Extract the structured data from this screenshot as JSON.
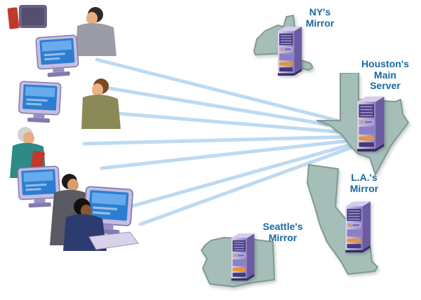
{
  "diagram": {
    "type": "server-mirror-network",
    "nodes": {
      "ny": {
        "label": "NY's\nMirror",
        "state": "New York",
        "role": "mirror-server"
      },
      "houston": {
        "label": "Houston's\nMain\nServer",
        "state": "Texas",
        "role": "main-server"
      },
      "la": {
        "label": "L.A.'s\nMirror",
        "state": "California",
        "role": "mirror-server"
      },
      "seattle": {
        "label": "Seattle's\nMirror",
        "state": "Washington",
        "role": "mirror-server"
      }
    },
    "users_cluster": {
      "people": 5,
      "computers": 6,
      "description": "group of users at desktop computers"
    },
    "edges": [
      {
        "from": "users-cluster",
        "to": "houston",
        "line_count": 7
      }
    ],
    "icons": {
      "server": "server-tower-icon",
      "computer": "desktop-monitor-icon",
      "person": "person-icon"
    },
    "colors": {
      "label_text": "#17699e",
      "state_fill": "#a5beb7",
      "state_stroke": "#7e9a94",
      "connection_line": "#b6d7f0",
      "server_body": "#8d80c2",
      "server_accent": "#e8952e",
      "background": "#ffffff"
    }
  }
}
